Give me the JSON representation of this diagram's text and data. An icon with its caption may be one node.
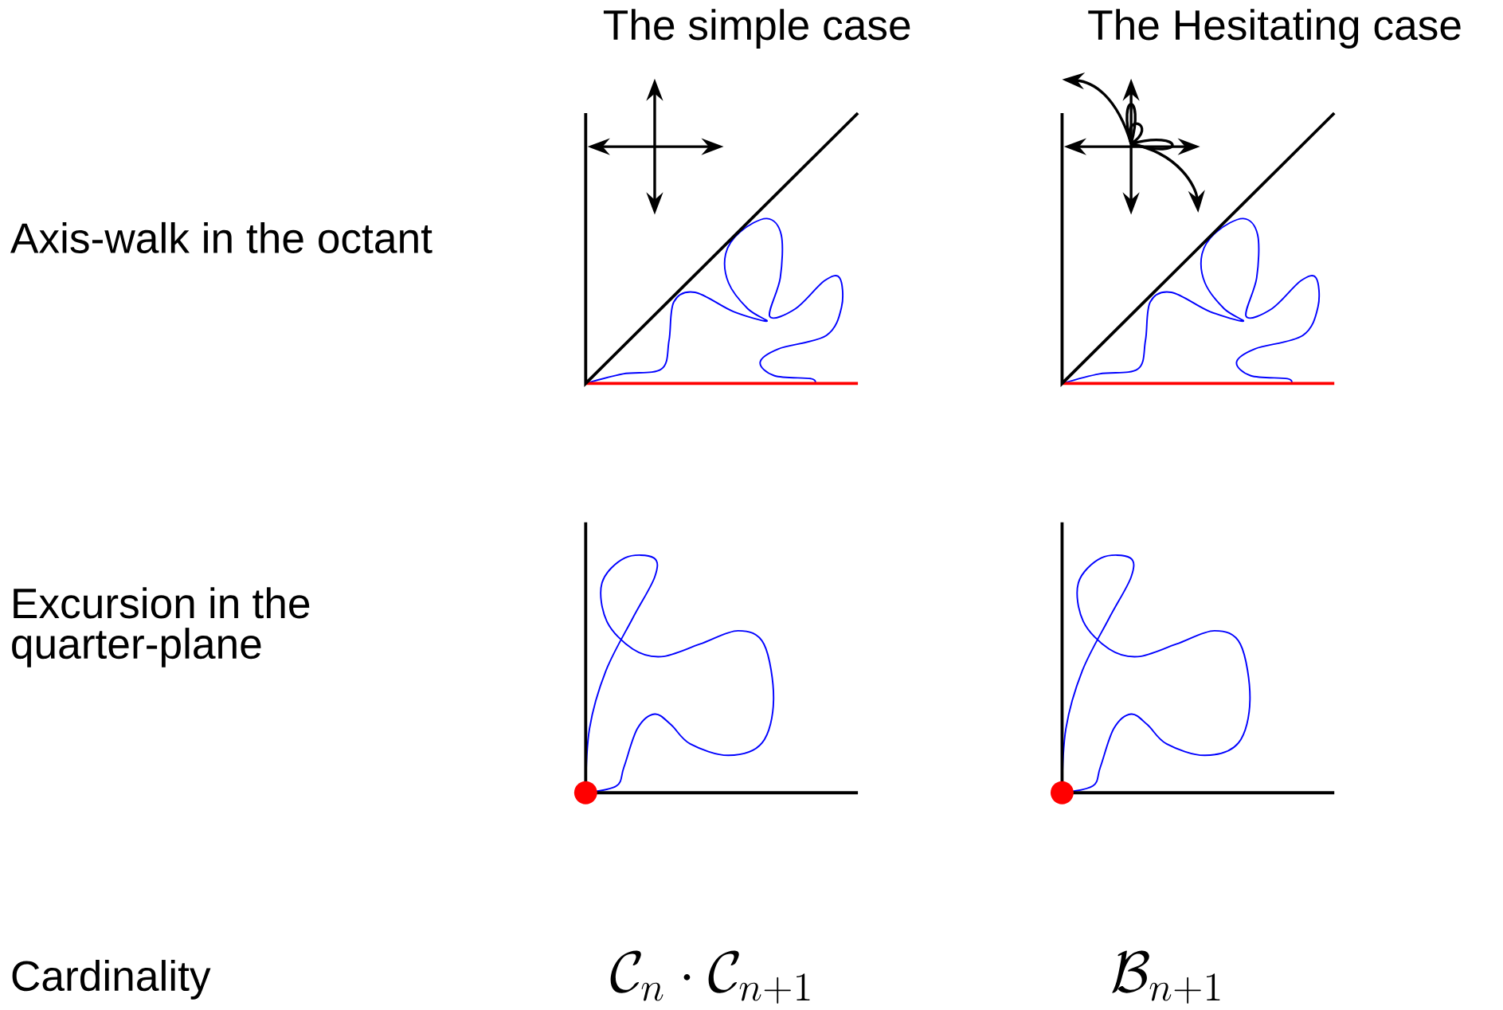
{
  "diagram": {
    "labels": [
      "The simple case",
      "The Hesitating case",
      "Axis-walk in the octant",
      "Excursion in the quarter-plane",
      "Cardinality",
      "\\mathcal{C}_n \\cdot \\mathcal{C}_{n+1}",
      "\\mathcal{B}_{n+1}"
    ]
  }
}
